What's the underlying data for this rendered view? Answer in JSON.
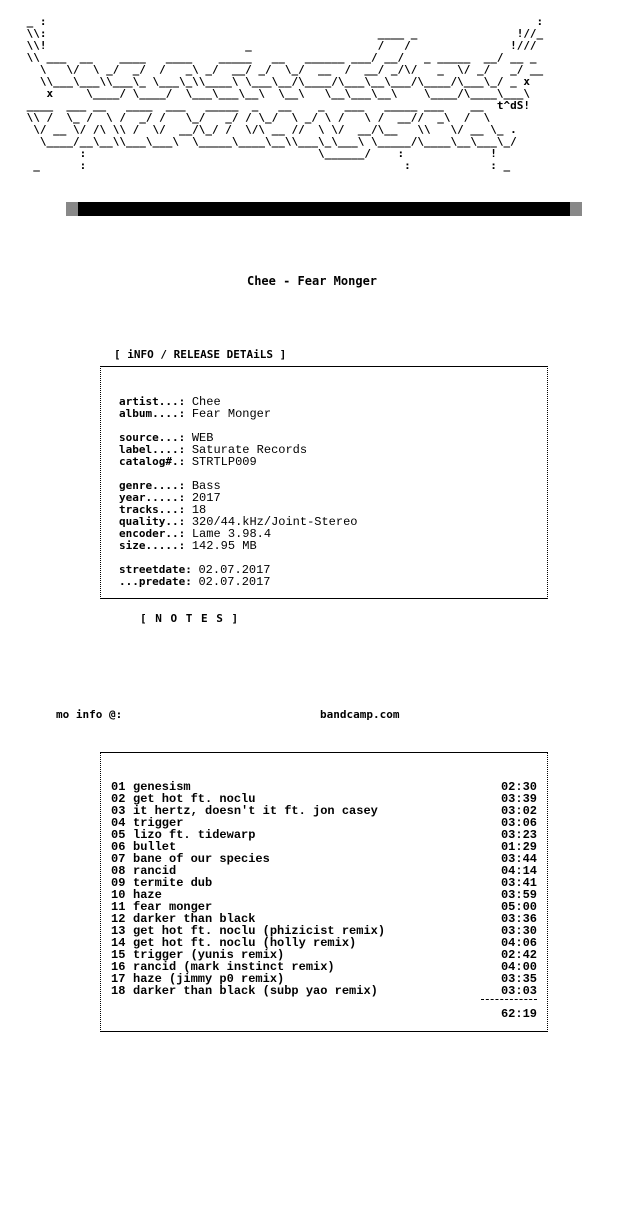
{
  "logo_art": [
    " _ :                                                                          :",
    " \\\\:                                                  ____ _               !//_",
    " \\\\!                              _                   /   /               !///",
    " \\\\ ___  __    ____   ____    _____   __   ______ ___/ __/   _ _____  __/ __ _",
    "   \\   \\/  \\ _/  _/  /   _\\ _/  __/ _/  \\_/  __  /  __/ _/\\/   _  \\/ _/   _/ __",
    "   \\\\___\\___\\\\___\\_ \\___\\_\\\\____\\ \\___\\__/\\____/\\___\\__\\___/\\____/\\___\\_/ _ x",
    "    x     \\____/ \\____/  \\___\\___\\__\\  \\__\\   \\__\\___\\__\\    \\____/\\____\\___\\",
    " ____  ___ __   ____  ___   _____  _   __    _   ___   _____ ___    __  t^dS!",
    " \\\\ /  \\_ /  \\ /  _/ /   \\_/   _/ / \\_/  \\ _/ \\ /   \\ /  __//  _\\  /  \\",
    "  \\/ __ \\/ /\\ \\\\ /  \\/  __/\\_/ /  \\/\\ __ //  \\ \\/  __/\\__   \\\\   \\/ __ \\_ .",
    "   \\____/__\\__\\\\___\\___\\  \\_____\\____\\__\\\\___\\_\\___\\ \\_____/\\____\\__\\___\\_/",
    "         :                                   \\______/    :             !",
    "  _      :                                                :            : _"
  ],
  "title": "Chee - Fear Monger",
  "section_title": "[ iNFO / RELEASE DETAiLS ]",
  "details": [
    {
      "label": "artist...:",
      "value": "Chee"
    },
    {
      "label": "album....:",
      "value": "Fear Monger"
    },
    {
      "label": "source...:",
      "value": "WEB"
    },
    {
      "label": "label....:",
      "value": "Saturate Records"
    },
    {
      "label": "catalog#.:",
      "value": "STRTLP009"
    },
    {
      "label": "genre....:",
      "value": "Bass"
    },
    {
      "label": "year.....:",
      "value": "2017"
    },
    {
      "label": "tracks...:",
      "value": "18"
    },
    {
      "label": "quality..:",
      "value": "320/44.kHz/Joint-Stereo"
    },
    {
      "label": "encoder..:",
      "value": "Lame 3.98.4"
    },
    {
      "label": "size.....:",
      "value": "142.95 MB"
    },
    {
      "label": "streetdate:",
      "value": "02.07.2017"
    },
    {
      "label": "...predate:",
      "value": "02.07.2017"
    }
  ],
  "notes_title": "[ N O T E S ]",
  "more_info_label": "mo info @:",
  "more_info_value": "bandcamp.com",
  "tracks": [
    {
      "num": "01",
      "title": "genesism",
      "duration": "02:30"
    },
    {
      "num": "02",
      "title": "get hot ft. noclu",
      "duration": "03:39"
    },
    {
      "num": "03",
      "title": "it hertz, doesn't it ft. jon casey",
      "duration": "03:02"
    },
    {
      "num": "04",
      "title": "trigger",
      "duration": "03:06"
    },
    {
      "num": "05",
      "title": "lizo ft. tidewarp",
      "duration": "03:23"
    },
    {
      "num": "06",
      "title": "bullet",
      "duration": "01:29"
    },
    {
      "num": "07",
      "title": "bane of our species",
      "duration": "03:44"
    },
    {
      "num": "08",
      "title": "rancid",
      "duration": "04:14"
    },
    {
      "num": "09",
      "title": "termite dub",
      "duration": "03:41"
    },
    {
      "num": "10",
      "title": "haze",
      "duration": "03:59"
    },
    {
      "num": "11",
      "title": "fear monger",
      "duration": "05:00"
    },
    {
      "num": "12",
      "title": "darker than black",
      "duration": "03:36"
    },
    {
      "num": "13",
      "title": "get hot ft. noclu (phizicist remix)",
      "duration": "03:30"
    },
    {
      "num": "14",
      "title": "get hot ft. noclu (holly remix)",
      "duration": "04:06"
    },
    {
      "num": "15",
      "title": "trigger (yunis remix)",
      "duration": "02:42"
    },
    {
      "num": "16",
      "title": "rancid (mark instinct remix)",
      "duration": "04:00"
    },
    {
      "num": "17",
      "title": "haze (jimmy p0 remix)",
      "duration": "03:35"
    },
    {
      "num": "18",
      "title": "darker than black (subp yao remix)",
      "duration": "03:03"
    }
  ],
  "total_duration": "62:19"
}
